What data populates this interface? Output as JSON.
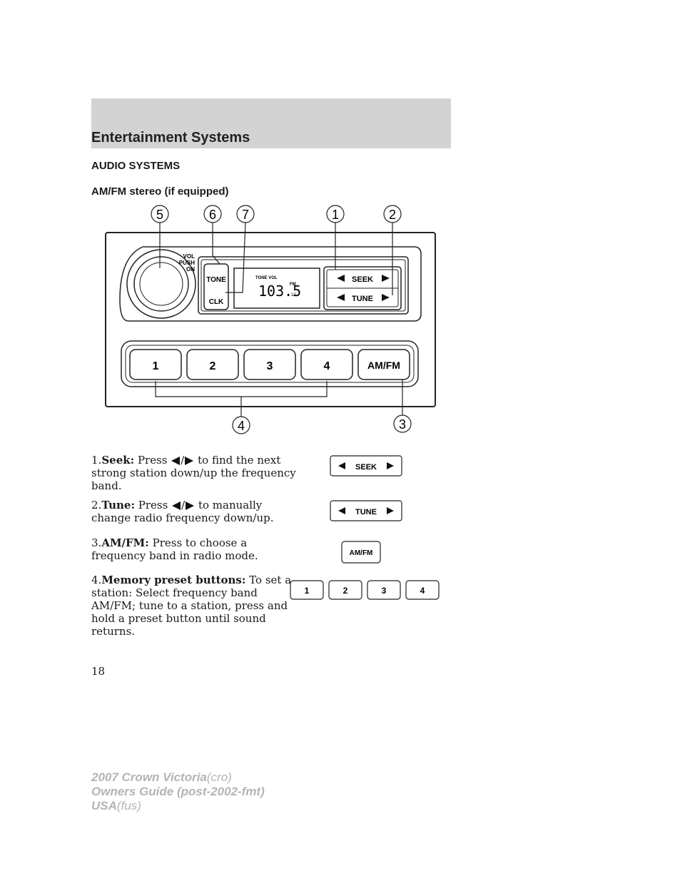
{
  "header": {
    "title": "Entertainment Systems"
  },
  "section_title": "AUDIO SYSTEMS",
  "subsection_title": "AM/FM stereo (if equipped)",
  "diagram": {
    "callouts": [
      "5",
      "6",
      "7",
      "1",
      "2",
      "4",
      "3"
    ],
    "knob_label": [
      "VOL",
      "PUSH",
      "ON"
    ],
    "left_buttons": [
      "TONE",
      "CLK"
    ],
    "display_top": "TONE VOL",
    "display_freq": "103.5",
    "display_band": "FM",
    "display_sub": "12",
    "seek_label": "SEEK",
    "tune_label": "TUNE",
    "presets": [
      "1",
      "2",
      "3",
      "4"
    ],
    "amfm_label": "AM/FM"
  },
  "items": [
    {
      "num": "1.",
      "term": "Seek:",
      "pre": "Press",
      "slash": "/",
      "post": "to find the",
      "rest": "next strong station down/up the frequency band."
    },
    {
      "num": "2.",
      "term": "Tune:",
      "pre": "Press",
      "slash": "/",
      "post": "to manually",
      "rest": "change radio frequency down/up."
    },
    {
      "num": "3.",
      "term": "AM/FM:",
      "text": "Press to choose a frequency band in radio mode."
    },
    {
      "num": "4.",
      "term": "Memory preset buttons:",
      "text": "To set a station: Select frequency band AM/FM; tune to a station, press and hold a preset button until sound returns."
    }
  ],
  "side_buttons": {
    "seek": "SEEK",
    "tune": "TUNE",
    "amfm": "AM/FM",
    "presets": [
      "1",
      "2",
      "3",
      "4"
    ]
  },
  "page_number": "18",
  "footer": {
    "line1_bold": "2007 Crown Victoria",
    "line1_normal": "(cro)",
    "line2_bold": "Owners Guide (post-2002-fmt)",
    "line3_bold": "USA",
    "line3_normal": "(fus)"
  }
}
